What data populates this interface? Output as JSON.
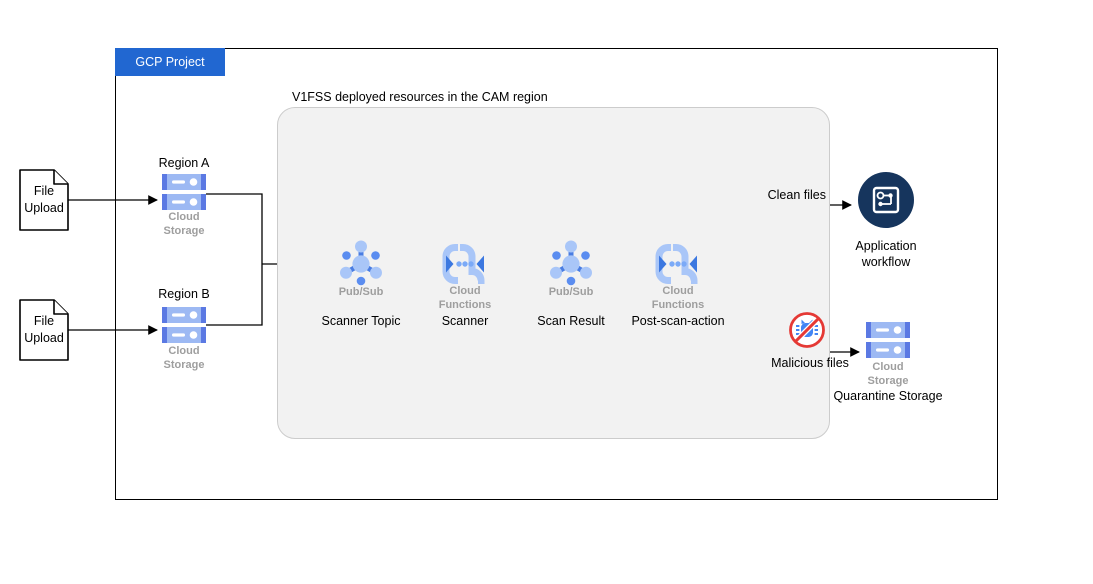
{
  "header": {
    "project_label": "GCP Project"
  },
  "inner": {
    "title": "V1FSS deployed resources in the CAM region"
  },
  "uploads": [
    {
      "label": "File Upload",
      "icon": "document-icon"
    },
    {
      "label": "File Upload",
      "icon": "document-icon"
    }
  ],
  "regions": [
    {
      "name": "Region A",
      "service": "Cloud Storage",
      "icon": "cloud-storage-icon"
    },
    {
      "name": "Region B",
      "service": "Cloud Storage",
      "icon": "cloud-storage-icon"
    }
  ],
  "pipeline": [
    {
      "service": "Pub/Sub",
      "name": "Scanner Topic",
      "icon": "pubsub-icon"
    },
    {
      "service": "Cloud Functions",
      "name": "Scanner",
      "icon": "cloud-functions-icon"
    },
    {
      "service": "Pub/Sub",
      "name": "Scan Result",
      "icon": "pubsub-icon"
    },
    {
      "service": "Cloud Functions",
      "name": "Post-scan-action",
      "icon": "cloud-functions-icon"
    }
  ],
  "outputs": {
    "clean": {
      "edge_label": "Clean files",
      "node_label": "Application workflow",
      "icon": "application-workflow-icon"
    },
    "malicious": {
      "edge_label": "Malicious files",
      "service": "Cloud Storage",
      "node_label": "Quarantine Storage",
      "icons": [
        "no-malware-icon",
        "cloud-storage-icon"
      ]
    }
  },
  "colors": {
    "tab_blue": "#2167d1",
    "icon_blue": "#4285f4",
    "icon_blue_light": "#a9c6f8",
    "icon_blue_mid": "#5b8df0",
    "storage_cap_blue": "#5b79e3",
    "workflow_navy": "#16355d",
    "prohibition_red": "#e53935",
    "gray_label": "#9e9e9e",
    "region_box_fill": "#f2f2f2"
  }
}
